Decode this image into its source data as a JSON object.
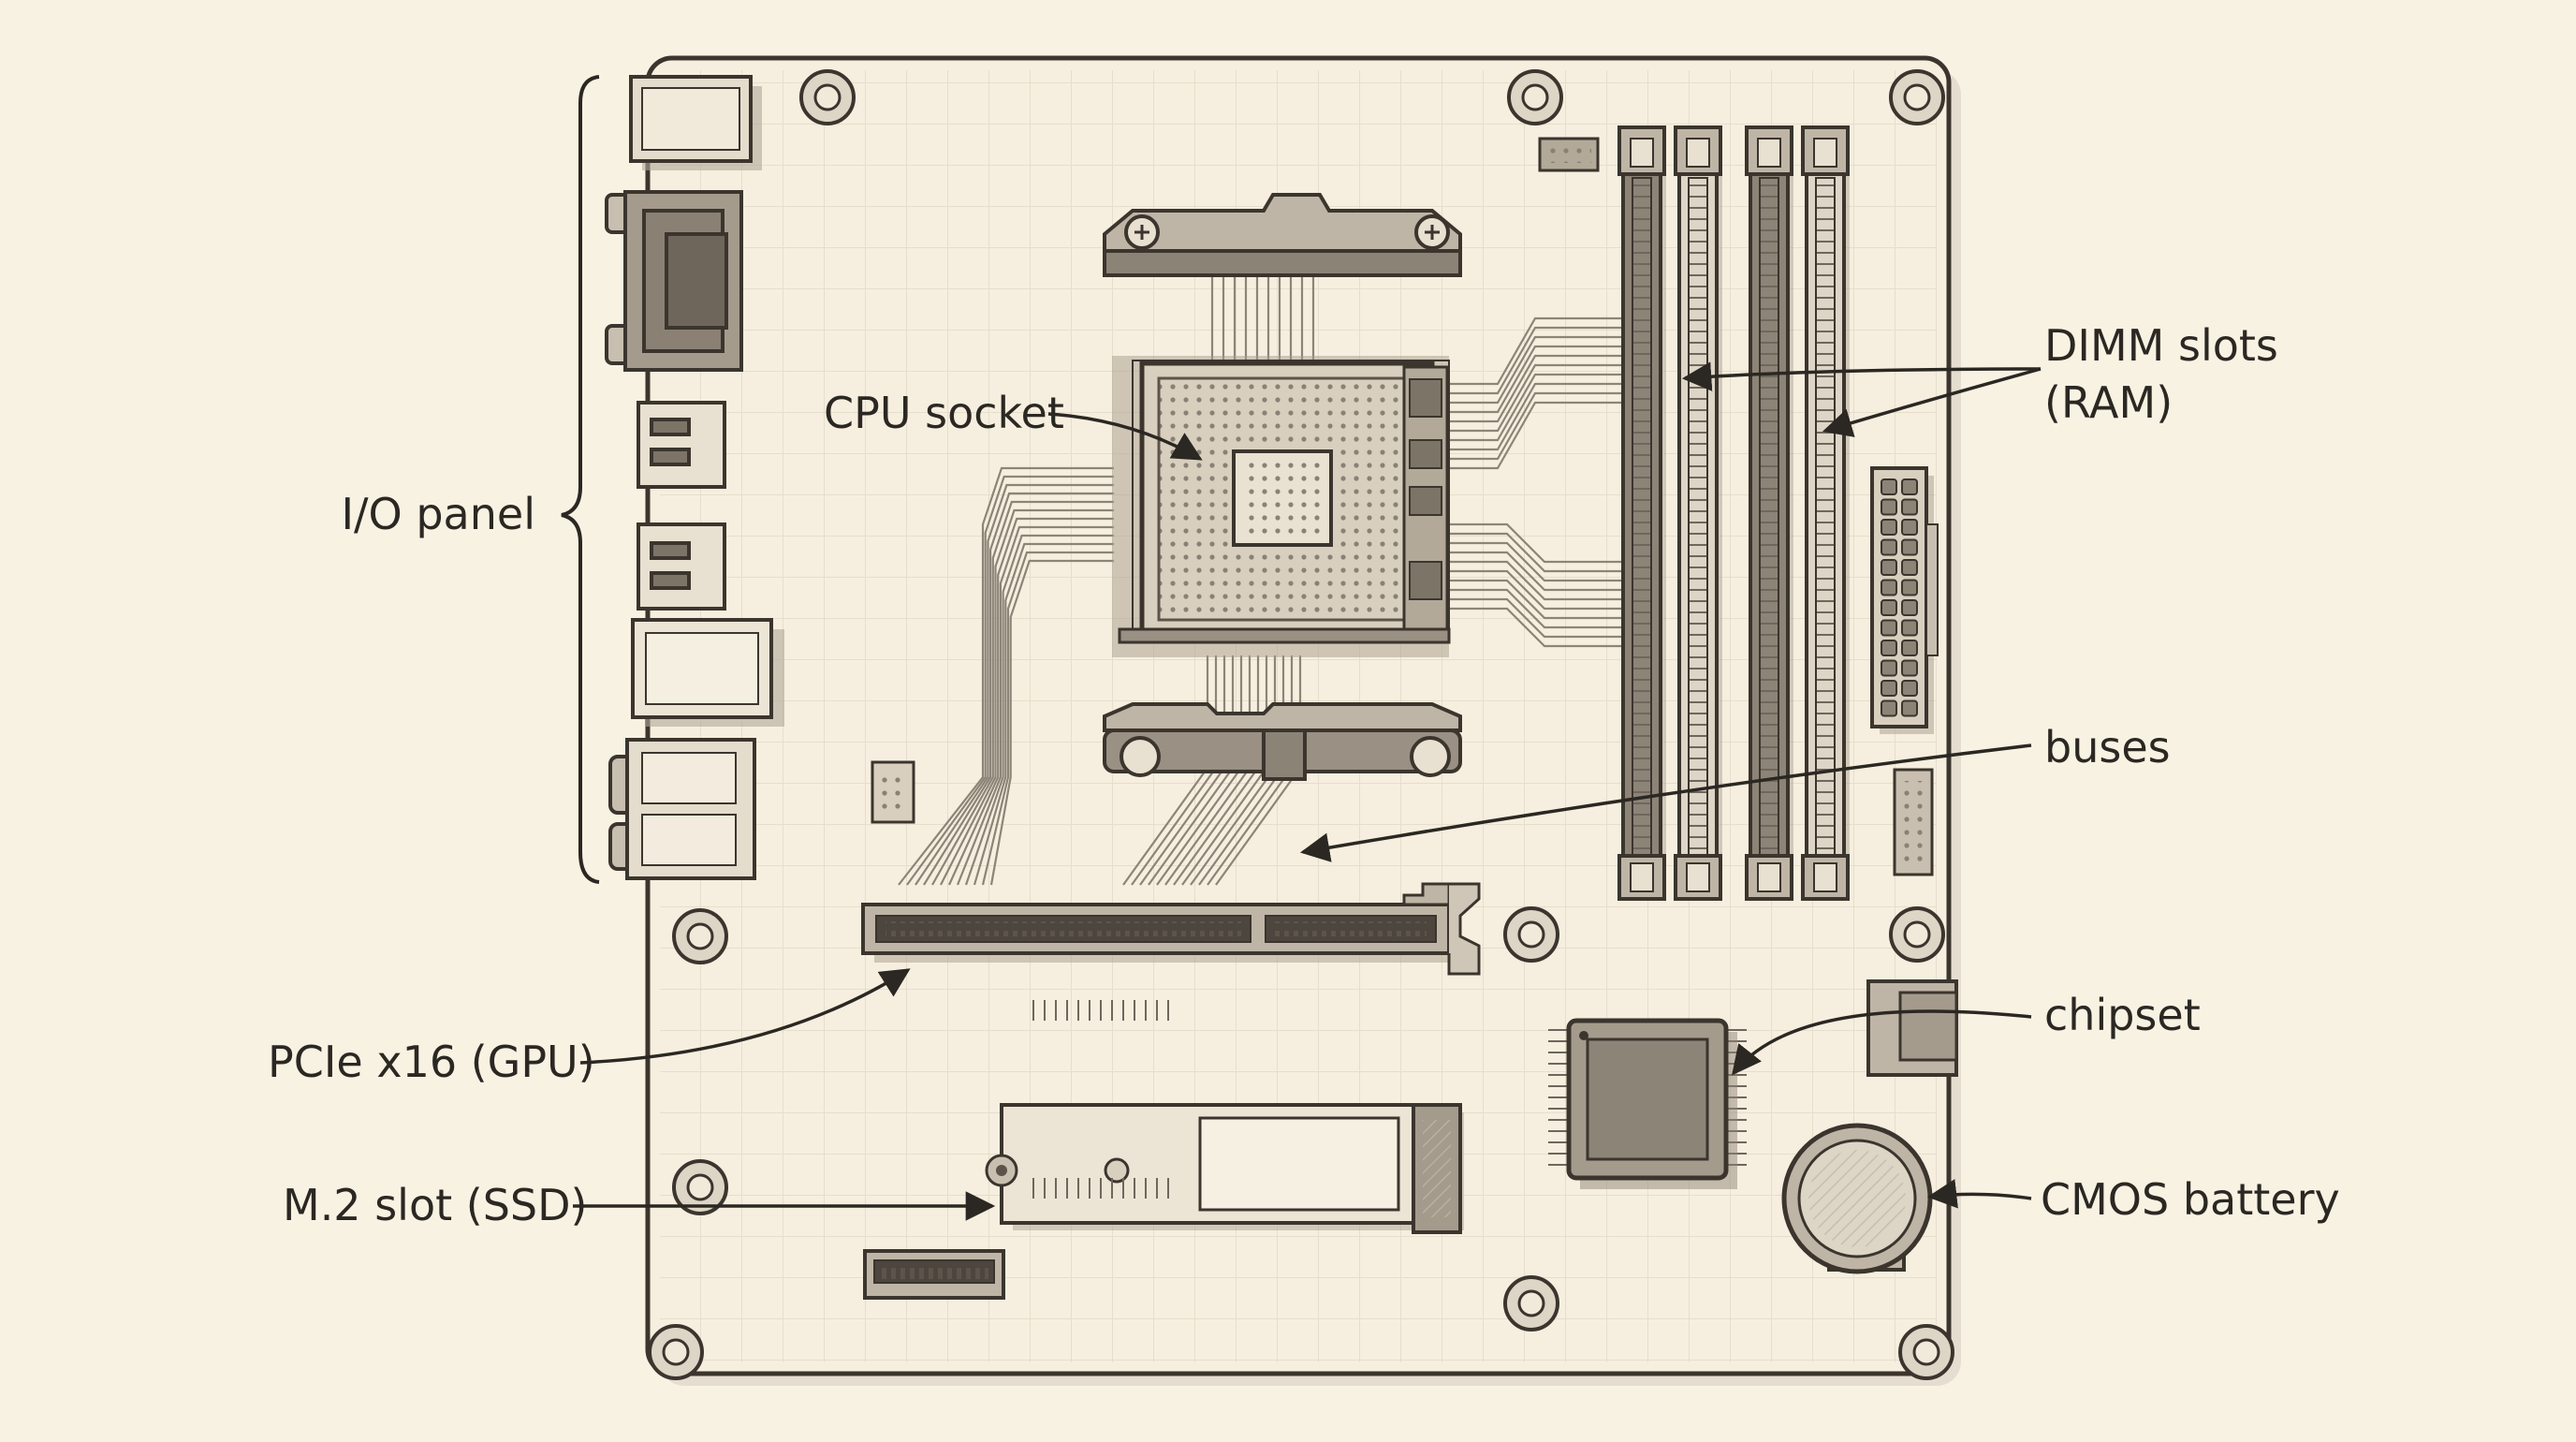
{
  "labels": {
    "io_panel": "I/O panel",
    "cpu_socket": "CPU socket",
    "dimm_line1": "DIMM slots",
    "dimm_line2": "(RAM)",
    "buses": "buses",
    "pcie": "PCIe x16 (GPU)",
    "chipset": "chipset",
    "m2": "M.2 slot (SSD)",
    "cmos": "CMOS battery"
  },
  "colors": {
    "background": "#f8f2e3",
    "board": "#f6efdf",
    "ink": "#2b2722",
    "line": "#5c544a",
    "shade": "#9e9488",
    "metal": "#cfc6b7",
    "grid": "#e6decd"
  }
}
